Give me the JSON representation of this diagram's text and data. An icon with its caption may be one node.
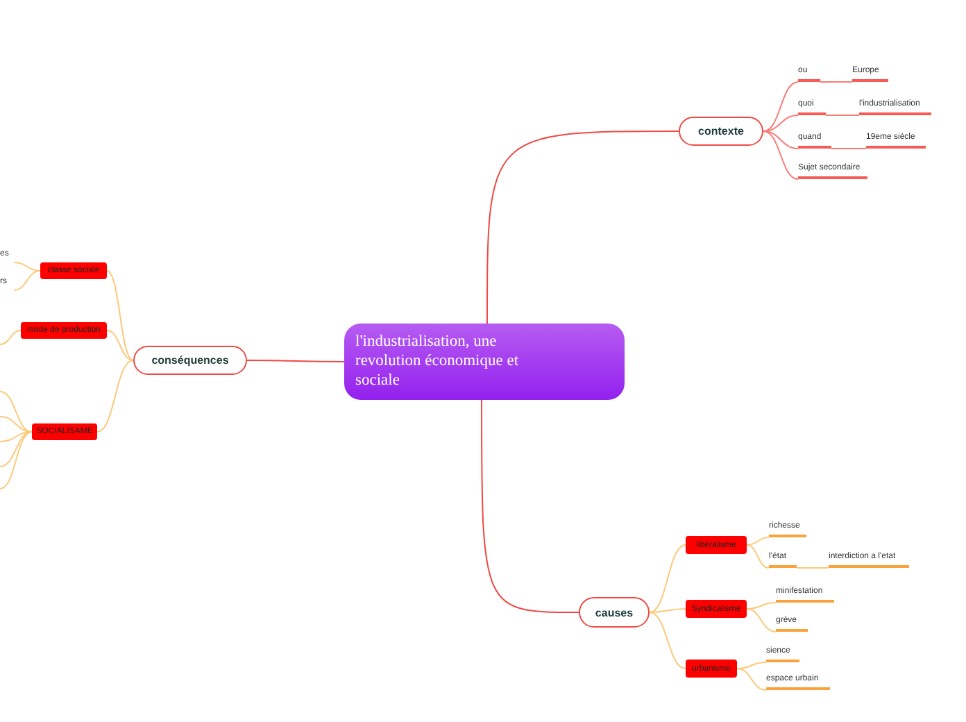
{
  "diagram": {
    "nodes": [
      {
        "text": [
          "l'industrialisation, une revolution économique et sociale"
        ]
      },
      {
        "text": [
          "contexte"
        ]
      },
      {
        "text": [
          "ou"
        ]
      },
      {
        "text": [
          "Europe"
        ]
      },
      {
        "text": [
          "quoi"
        ]
      },
      {
        "text": [
          "l'industrialisation"
        ]
      },
      {
        "text": [
          "quand"
        ]
      },
      {
        "text": [
          "19eme siècle"
        ]
      },
      {
        "text": [
          "Sujet secondaire"
        ]
      },
      {
        "text": [
          "conséquences"
        ]
      },
      {
        "text": [
          "classe sociale"
        ]
      },
      {
        "text": [
          "es"
        ]
      },
      {
        "text": [
          "rs"
        ]
      },
      {
        "text": [
          "mode de production"
        ]
      },
      {
        "text": [
          "SOCIALISAME"
        ]
      },
      {
        "text": [
          "causes"
        ]
      },
      {
        "text": [
          "libéralisme"
        ]
      },
      {
        "text": [
          "richesse"
        ]
      },
      {
        "text": [
          "l'état"
        ]
      },
      {
        "text": [
          "interdiction a l'etat"
        ]
      },
      {
        "text": [
          "Syndicalisme"
        ]
      },
      {
        "text": [
          "minifestation"
        ]
      },
      {
        "text": [
          "grève"
        ]
      },
      {
        "text": [
          "urbanisme"
        ]
      },
      {
        "text": [
          "sience"
        ]
      },
      {
        "text": [
          "espace urbain"
        ]
      }
    ],
    "edges": [
      {
        "from": 0,
        "to": 1,
        "arrow": "none",
        "color": "#ef4a45"
      },
      {
        "from": 1,
        "to": 2,
        "arrow": "none",
        "color": "#f97b78"
      },
      {
        "from": 2,
        "to": 3,
        "arrow": "none",
        "color": "#f97b78"
      },
      {
        "from": 1,
        "to": 4,
        "arrow": "none",
        "color": "#f97b78"
      },
      {
        "from": 4,
        "to": 5,
        "arrow": "none",
        "color": "#f97b78"
      },
      {
        "from": 1,
        "to": 6,
        "arrow": "none",
        "color": "#f97b78"
      },
      {
        "from": 6,
        "to": 7,
        "arrow": "none",
        "color": "#f97b78"
      },
      {
        "from": 1,
        "to": 8,
        "arrow": "none",
        "color": "#f97b78"
      },
      {
        "from": 0,
        "to": 9,
        "arrow": "none",
        "color": "#ef4a45"
      },
      {
        "from": 9,
        "to": 10,
        "arrow": "none"
      },
      {
        "from": 10,
        "to": 11,
        "arrow": "none"
      },
      {
        "from": 10,
        "to": 12,
        "arrow": "none"
      },
      {
        "from": 9,
        "to": 13,
        "arrow": "none"
      },
      {
        "from": 13,
        "to": null,
        "arrow": "none"
      },
      {
        "from": 9,
        "to": 14,
        "arrow": "none"
      },
      {
        "from": 14,
        "to": null,
        "arrow": "none"
      },
      {
        "from": 14,
        "to": null,
        "arrow": "none"
      },
      {
        "from": 14,
        "to": null,
        "arrow": "none"
      },
      {
        "from": 14,
        "to": null,
        "arrow": "none"
      },
      {
        "from": 14,
        "to": null,
        "arrow": "none"
      },
      {
        "from": 0,
        "to": 15,
        "arrow": "none",
        "color": "#ef4a45"
      },
      {
        "from": 15,
        "to": 16,
        "arrow": "none"
      },
      {
        "from": 16,
        "to": 17,
        "arrow": "none"
      },
      {
        "from": 16,
        "to": 18,
        "arrow": "none"
      },
      {
        "from": 18,
        "to": 19,
        "arrow": "none"
      },
      {
        "from": 15,
        "to": 20,
        "arrow": "none"
      },
      {
        "from": 20,
        "to": 21,
        "arrow": "none"
      },
      {
        "from": 20,
        "to": 22,
        "arrow": "none"
      },
      {
        "from": 15,
        "to": 23,
        "arrow": "none"
      },
      {
        "from": 23,
        "to": 24,
        "arrow": "none"
      },
      {
        "from": 23,
        "to": 25,
        "arrow": "none"
      }
    ]
  }
}
